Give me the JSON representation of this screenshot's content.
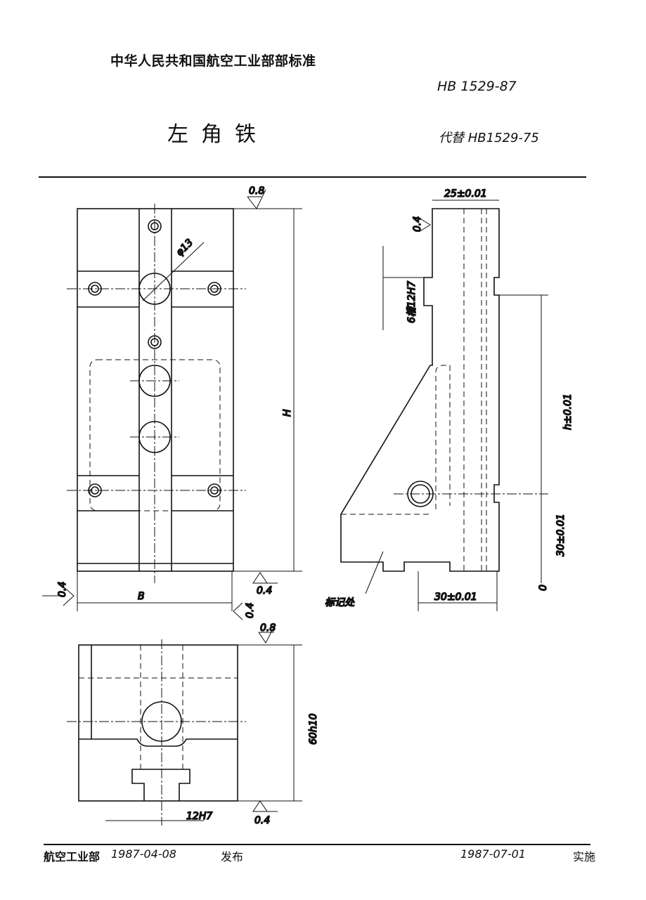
{
  "header": {
    "organization": "中华人民共和国航空工业部部标准",
    "standard_code": "HB 1529-87",
    "title": "左角铁",
    "replaces": "代替 HB1529-75"
  },
  "drawing": {
    "front_view": {
      "roughness_top": "0.8",
      "hole_dia": "φ13",
      "height_dim": "H",
      "roughness_left": "0.4",
      "width_dim": "B",
      "roughness_bottom": "0.4",
      "roughness_bottom2": "0.4"
    },
    "side_view": {
      "width_dim": "25±0.01",
      "roughness": "0.4",
      "slot_note": "6槽12H7",
      "h_dim": "h±0.01",
      "base_dim": "30±0.01",
      "zero_mark": "0",
      "mark_note": "标记处",
      "bottom_dim": "30±0.01"
    },
    "bottom_view": {
      "roughness_top": "0.8",
      "height_dim": "60h10",
      "slot_dim": "12H7",
      "roughness_bottom": "0.4"
    }
  },
  "footer": {
    "issuer": "航空工业部",
    "issue_date": "1987-04-08",
    "issue_label": "发布",
    "effective_date": "1987-07-01",
    "effective_label": "实施"
  }
}
